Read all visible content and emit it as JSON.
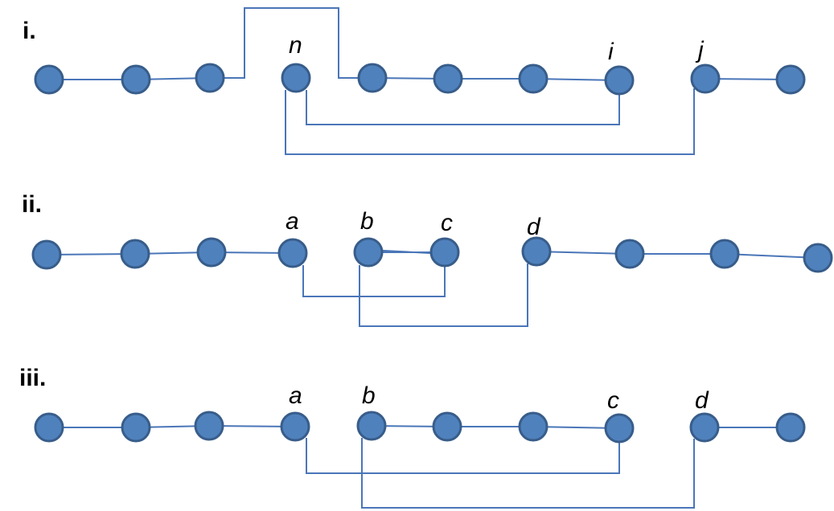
{
  "colors": {
    "node_fill": "#4f81bd",
    "node_stroke": "#385d8a",
    "edge": "#4a76b8",
    "background": "#ffffff"
  },
  "panels": [
    {
      "label": "i.",
      "node_labels": [
        "n",
        "i",
        "j"
      ]
    },
    {
      "label": "ii.",
      "node_labels": [
        "a",
        "b",
        "c",
        "d"
      ]
    },
    {
      "label": "iii.",
      "node_labels": [
        "a",
        "b",
        "c",
        "d"
      ]
    }
  ]
}
